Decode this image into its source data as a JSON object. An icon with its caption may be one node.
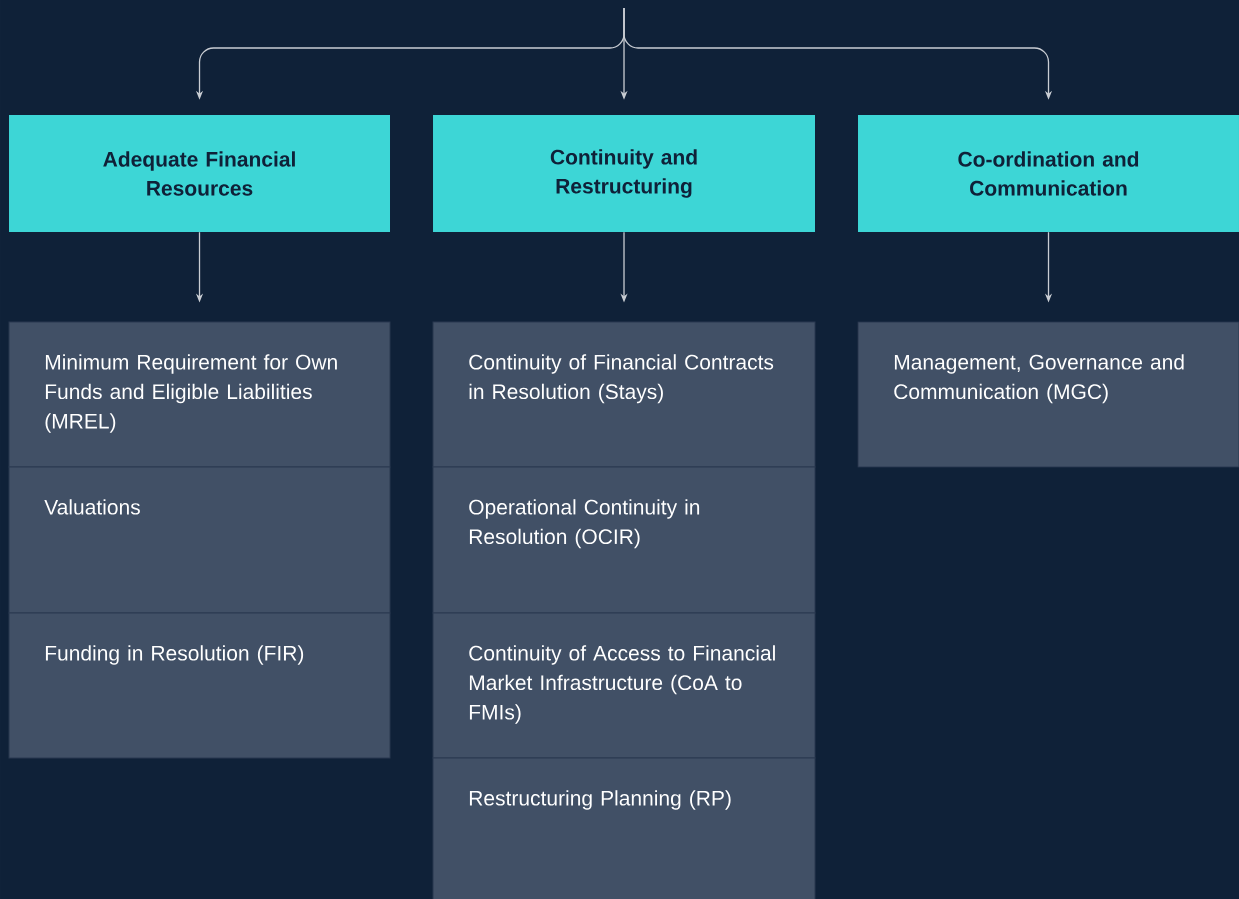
{
  "diagram": {
    "nodes": [
      {
        "text": [
          "Adequate Financial Resources"
        ]
      },
      {
        "text": [
          "Continuity and Restructuring"
        ]
      },
      {
        "text": [
          "Co-ordination and Communication"
        ]
      },
      {
        "text": [
          "Minimum Requirement for Own Funds and Eligible Liabilities (MREL)"
        ]
      },
      {
        "text": [
          "Valuations"
        ]
      },
      {
        "text": [
          "Funding in Resolution (FIR)"
        ]
      },
      {
        "text": [
          "Continuity of Financial Contracts in Resolution (Stays)"
        ]
      },
      {
        "text": [
          "Operational Continuity in Resolution (OCIR)"
        ]
      },
      {
        "text": [
          "Continuity of Access to Financial Market Infrastructure (CoA to FMIs)"
        ]
      },
      {
        "text": [
          "Restructuring Planning (RP)"
        ]
      },
      {
        "text": [
          "Management, Governance and Communication (MGC)"
        ]
      }
    ],
    "edges": [
      {
        "from": null,
        "to": 0,
        "arrow": "to"
      },
      {
        "from": null,
        "to": 1,
        "arrow": "to"
      },
      {
        "from": null,
        "to": 2,
        "arrow": "to"
      },
      {
        "from": 0,
        "to": 3,
        "arrow": "to"
      },
      {
        "from": 1,
        "to": 6,
        "arrow": "to"
      },
      {
        "from": 2,
        "to": 10,
        "arrow": "to"
      }
    ]
  }
}
